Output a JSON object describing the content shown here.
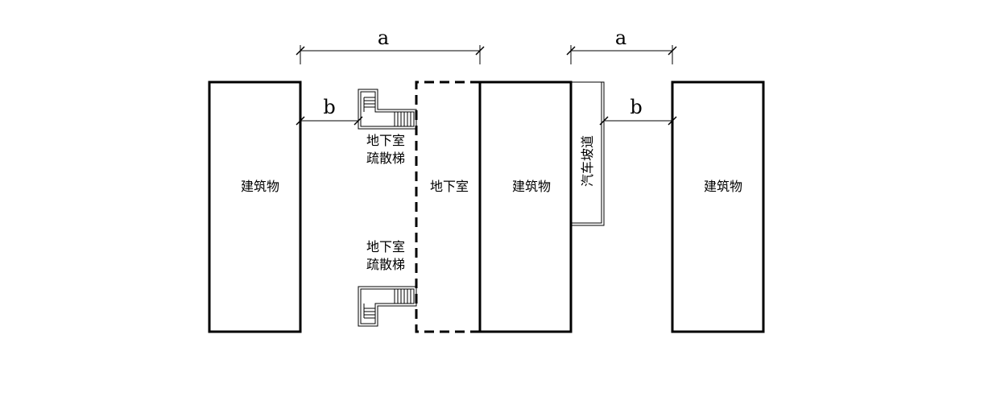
{
  "labels": {
    "building": "建筑物",
    "basement": "地下室",
    "stair_line1": "地下室",
    "stair_line2": "疏散梯",
    "ramp": "汽车坡道"
  },
  "dimensions": {
    "a": "a",
    "b": "b"
  }
}
